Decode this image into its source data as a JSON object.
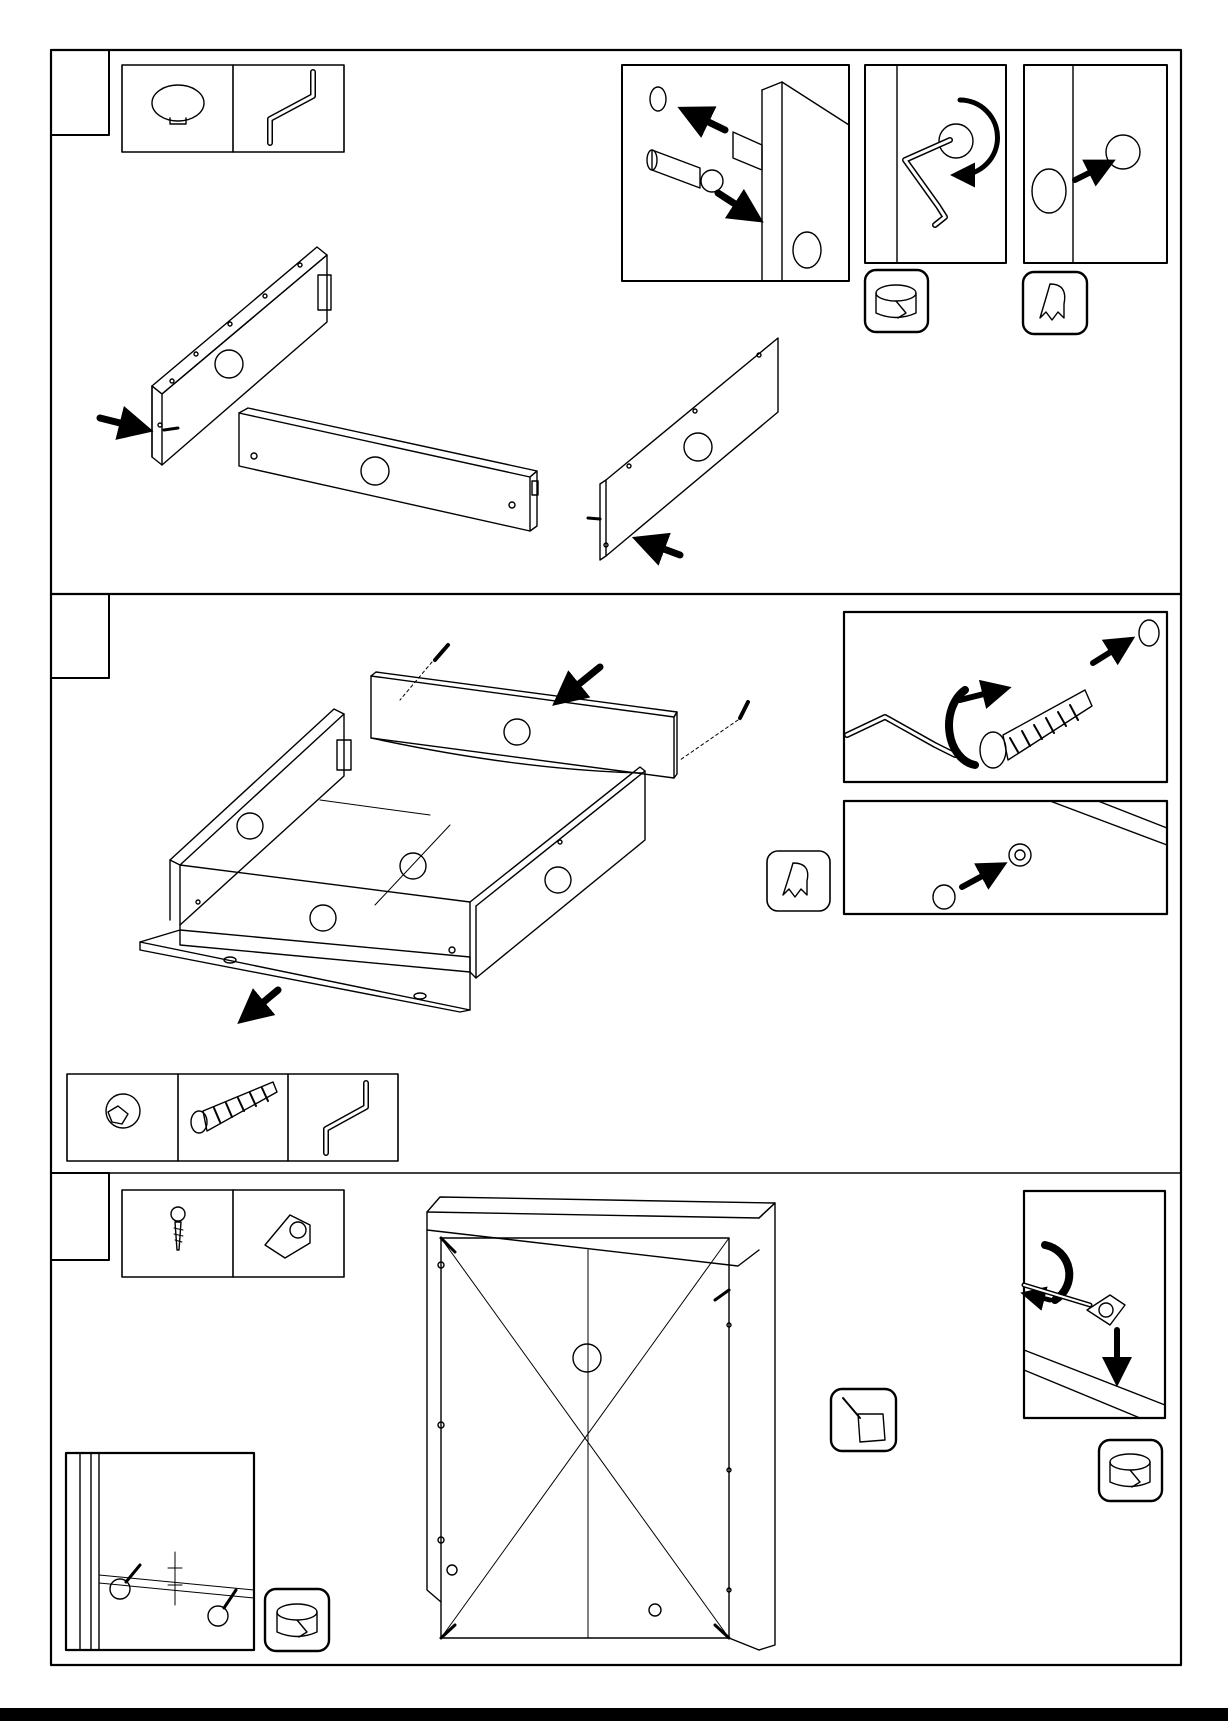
{
  "document": {
    "kind": "furniture assembly instruction sheet",
    "steps": [
      {
        "id": "step-1",
        "step_number": "",
        "hardware": [
          "cam-cap-icon",
          "allen-key-icon"
        ],
        "actions": [
          "insert-dowel-and-cam-bolt",
          "turn-cam-lock",
          "press-cap-onto-cam"
        ],
        "tool_badges": [
          "tape-roll-icon",
          "paper-scrap-icon"
        ]
      },
      {
        "id": "step-2",
        "step_number": "",
        "hardware": [
          "cam-lock-icon",
          "connector-bolt-icon",
          "allen-key-icon"
        ],
        "actions": [
          "screw-connector-bolt",
          "press-cap-onto-washer"
        ],
        "tool_badges": [
          "paper-scrap-icon"
        ]
      },
      {
        "id": "step-3",
        "step_number": "",
        "hardware": [
          "screw-icon",
          "corner-bracket-icon"
        ],
        "actions": [
          "attach-back-panel",
          "screw-corner-bracket"
        ],
        "tool_badges": [
          "dustpan-icon",
          "tape-roll-icon",
          "tape-roll-icon"
        ]
      }
    ]
  },
  "colors": {
    "ink": "#000000",
    "panel": "#ffffff",
    "shade": "#f2f2f2"
  }
}
